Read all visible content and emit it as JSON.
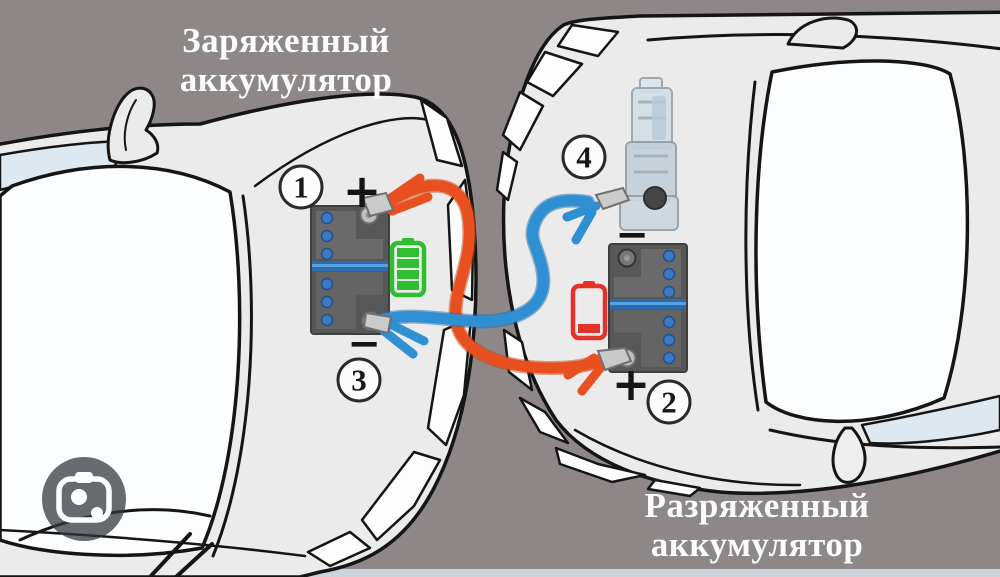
{
  "labels": {
    "charged": {
      "line1": "Заряженный",
      "line2": "аккумулятор"
    },
    "discharged": {
      "line1": "Разряженный",
      "line2": "аккумулятор"
    }
  },
  "markers": {
    "m1": {
      "num": "1",
      "sign": "+"
    },
    "m2": {
      "num": "2",
      "sign": "+"
    },
    "m3": {
      "num": "3",
      "sign": "−"
    },
    "m4": {
      "num": "4",
      "sign": "−"
    }
  },
  "icons": {
    "charged_indicator": "battery-full-icon",
    "discharged_indicator": "battery-low-icon",
    "lens_button": "camera-icon"
  },
  "colors": {
    "background": "#8d8787",
    "positive_cable": "#e8511f",
    "negative_cable": "#2e8fd2",
    "battery_full": "#2fbe2f",
    "battery_low": "#e53228",
    "car_body": "#ebebeb",
    "outline": "#151515"
  }
}
